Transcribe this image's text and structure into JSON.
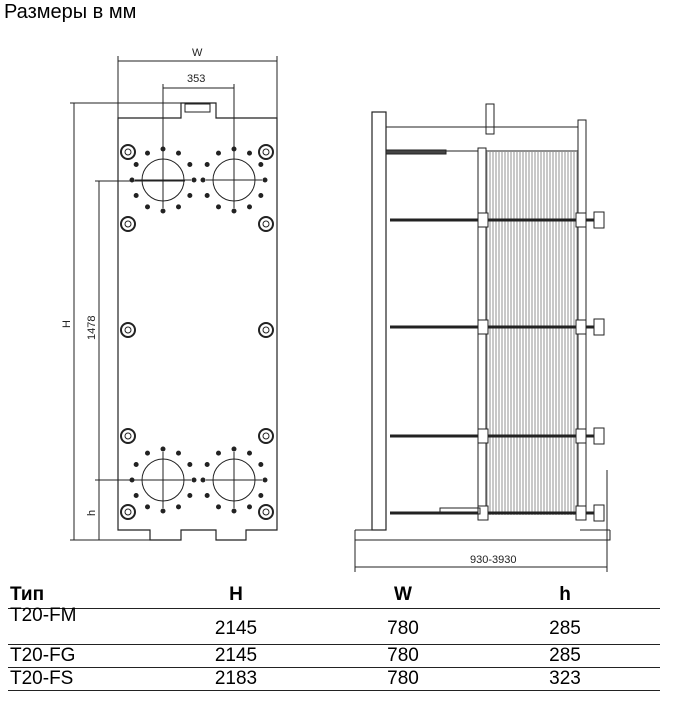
{
  "title": "Размеры в мм",
  "drawing": {
    "front_view": {
      "width_label": "W",
      "port_spacing_label": "353",
      "height_label": "H",
      "port_vertical_label": "1478",
      "low_port_label": "h"
    },
    "side_view": {
      "length_label": "930-3930"
    }
  },
  "table": {
    "headers": [
      "Тип",
      "H",
      "W",
      "h"
    ],
    "rows": [
      {
        "type": "T20-FM",
        "H": "2145",
        "W": "780",
        "h": "285"
      },
      {
        "type": "T20-FG",
        "H": "2145",
        "W": "780",
        "h": "285"
      },
      {
        "type": "T20-FS",
        "H": "2183",
        "W": "780",
        "h": "323"
      }
    ]
  }
}
